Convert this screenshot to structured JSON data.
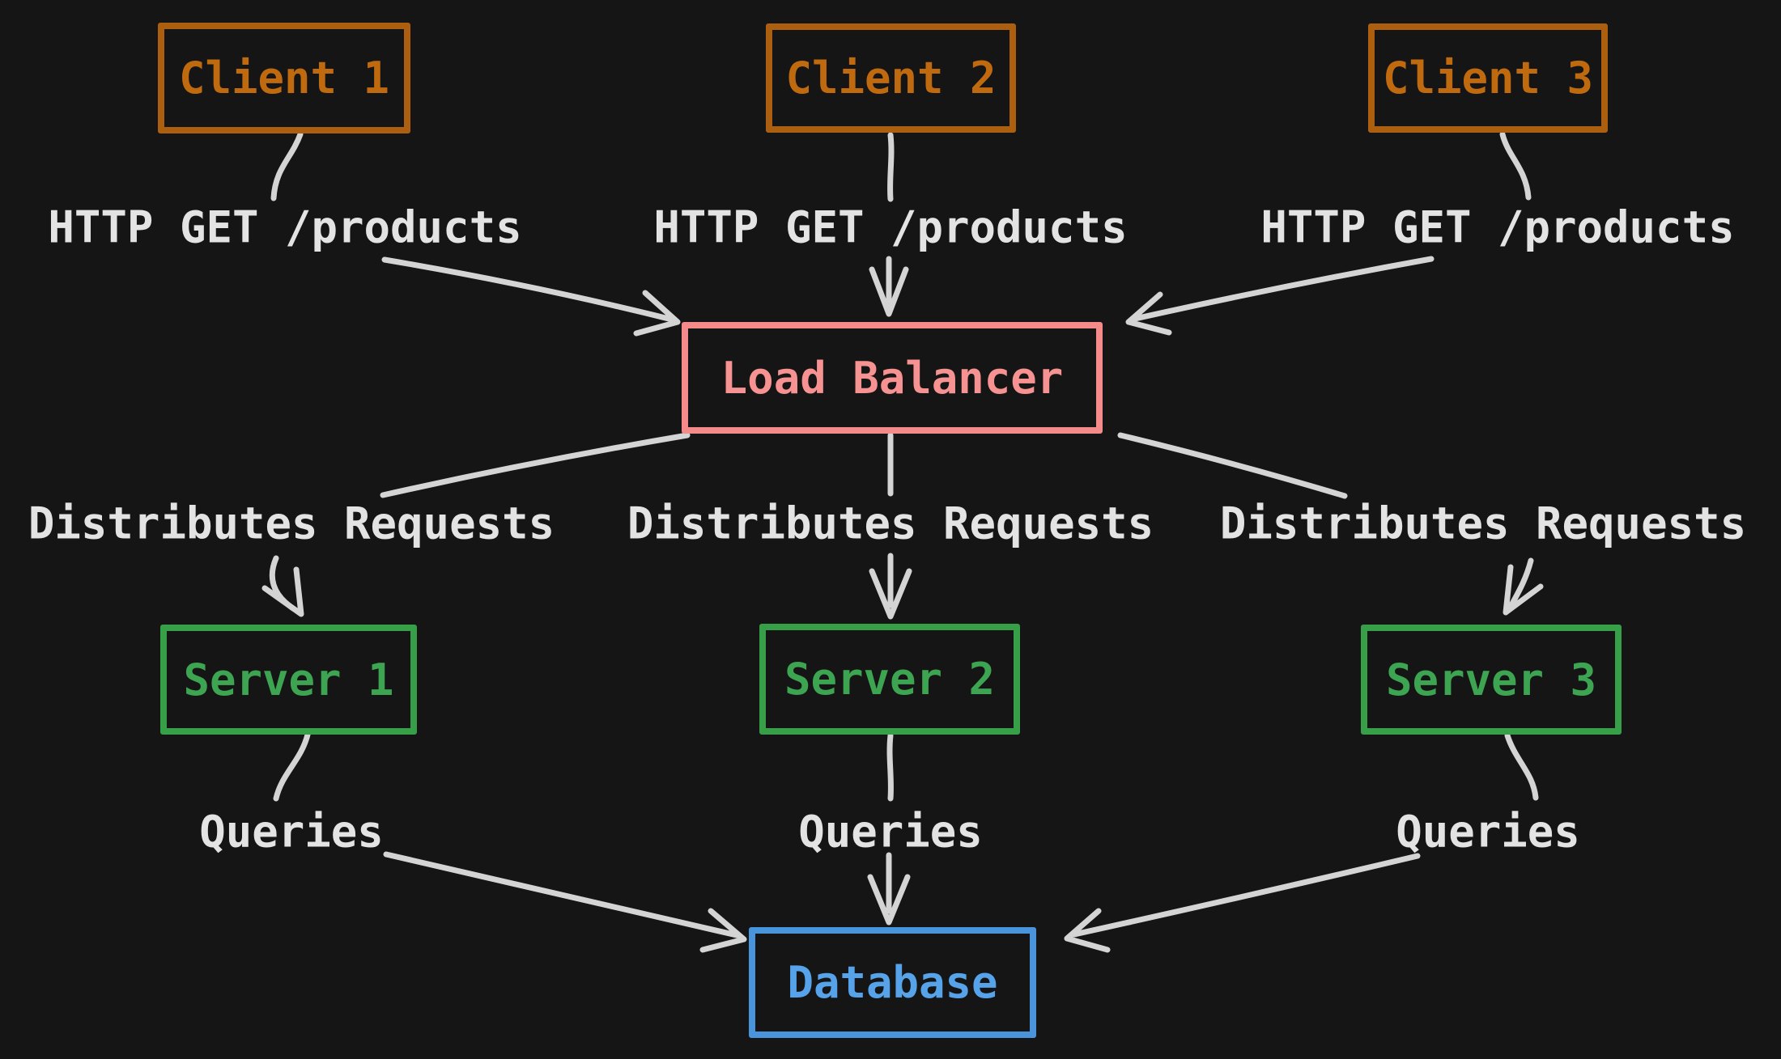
{
  "diagram": {
    "type": "architecture-flow",
    "theme": "dark",
    "background": "#151515",
    "colors": {
      "client_accent": "#c06a10",
      "load_balancer_accent": "#f58a8a",
      "server_accent": "#379f48",
      "database_accent": "#4a94dc",
      "connector": "#d4d4d4",
      "edge_label_text": "#e3e3e3"
    },
    "nodes": [
      {
        "id": "client-1",
        "label": "Client 1",
        "role": "client",
        "color": "#c06a10"
      },
      {
        "id": "client-2",
        "label": "Client 2",
        "role": "client",
        "color": "#c06a10"
      },
      {
        "id": "client-3",
        "label": "Client 3",
        "role": "client",
        "color": "#c06a10"
      },
      {
        "id": "load-balancer",
        "label": "Load Balancer",
        "role": "load-balancer",
        "color": "#f58a8a"
      },
      {
        "id": "server-1",
        "label": "Server 1",
        "role": "server",
        "color": "#379f48"
      },
      {
        "id": "server-2",
        "label": "Server 2",
        "role": "server",
        "color": "#379f48"
      },
      {
        "id": "server-3",
        "label": "Server 3",
        "role": "server",
        "color": "#4a94dc"
      },
      {
        "id": "database",
        "label": "Database",
        "role": "database",
        "color": "#4a94dc"
      }
    ],
    "edge_labels": [
      {
        "from": "client-1",
        "to": "load-balancer",
        "text": "HTTP GET /products"
      },
      {
        "from": "client-2",
        "to": "load-balancer",
        "text": "HTTP GET /products"
      },
      {
        "from": "client-3",
        "to": "load-balancer",
        "text": "HTTP GET /products"
      },
      {
        "from": "load-balancer",
        "to": "server-1",
        "text": "Distributes Requests"
      },
      {
        "from": "load-balancer",
        "to": "server-2",
        "text": "Distributes Requests"
      },
      {
        "from": "load-balancer",
        "to": "server-3",
        "text": "Distributes Requests"
      },
      {
        "from": "server-1",
        "to": "database",
        "text": "Queries"
      },
      {
        "from": "server-2",
        "to": "database",
        "text": "Queries"
      },
      {
        "from": "server-3",
        "to": "database",
        "text": "Queries"
      }
    ]
  }
}
